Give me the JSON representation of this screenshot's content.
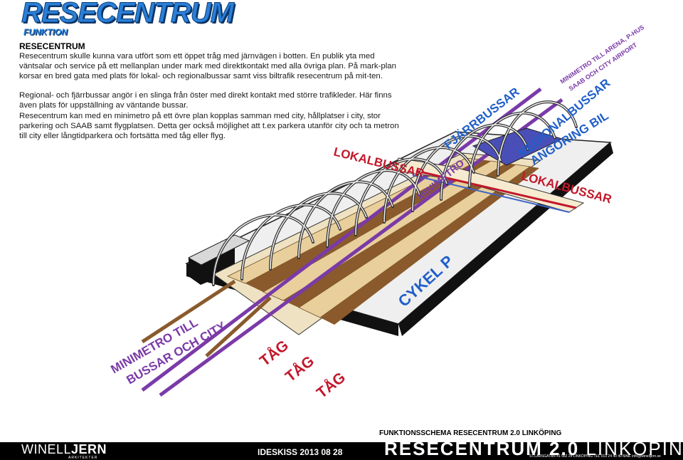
{
  "header": {
    "title": "RESECENTRUM",
    "subtitle": "FUNKTION"
  },
  "text": {
    "heading": "RESECENTRUM",
    "paragraph1": "Resecentrum  skulle kunna vara utfört som ett öppet tråg med järnvägen i botten. En publik yta med väntsalar och service på ett mellanplan under mark med direktkontakt med alla övriga plan. På mark-plan korsar en bred gata med plats för lokal- och regionalbussar samt viss biltrafik resecentrum på mit-ten.",
    "paragraph2": "Regional- och fjärrbussar angör i en slinga från öster med direkt kontakt med större trafikleder. Här finns även plats för uppställning av väntande bussar.",
    "paragraph3": "Resecentrum kan med en minimetro på ett övre plan kopplas samman med city, hållplatser i city, stor parkering och SAAB samt flygplatsen. Detta ger också möjlighet att t.ex parkera utanför city och ta metron till city eller långtidparkera och fortsätta med tåg eller flyg."
  },
  "diagram_labels": {
    "lokalbussar_left": "LOKALBUSSAR",
    "minimetro": "MINIMETRO",
    "fjarrbussar": "FJÄRRBUSSAR",
    "regionalbussar": "REGIONALBUSSAR",
    "angoring_bil": "ANGÖRING BIL",
    "lokalbussar_right": "LOKALBUSSAR",
    "minimetro_till_arena_line1": "MINIMETRO TILL ARENA, P-HUS",
    "minimetro_till_arena_line2": "SAAB OCH CITY AIRPORT",
    "cykel_p": "CYKEL P",
    "minimetro_till_bussar_line1": "MINIMETRO TILL",
    "minimetro_till_bussar_line2": "BUSSAR OCH CITY",
    "tag1": "TÅG",
    "tag2": "TÅG",
    "tag3": "TÅG"
  },
  "footer": {
    "firm_name_light": "WINELL",
    "firm_name_bold": "JERN",
    "firm_sub": "ARKITEKTER",
    "ideskiss": "IDESKISS  2013 08 28",
    "schema": "FUNKTIONSSCHEMA RESECENTRUM 2.0 LINKÖPING",
    "big_title_bold": "RESECENTRUM 2.0",
    "big_title_light": " LINKÖPING",
    "address": "ST.LARSGATAN 41   582 24 LINKÖPING   TEL 013 24 40 40   MAIL info@winelljern.se"
  },
  "colors": {
    "title_blue": "#2a7fd8",
    "label_red": "#c2182b",
    "label_blue": "#1f5fc9",
    "metro_purple": "#7a3aa8",
    "platform_tan": "#e8cf9c",
    "track_brown": "#8a5a2c",
    "slab_grey": "#e8e8e8",
    "ground_black": "#111111"
  },
  "icons": []
}
